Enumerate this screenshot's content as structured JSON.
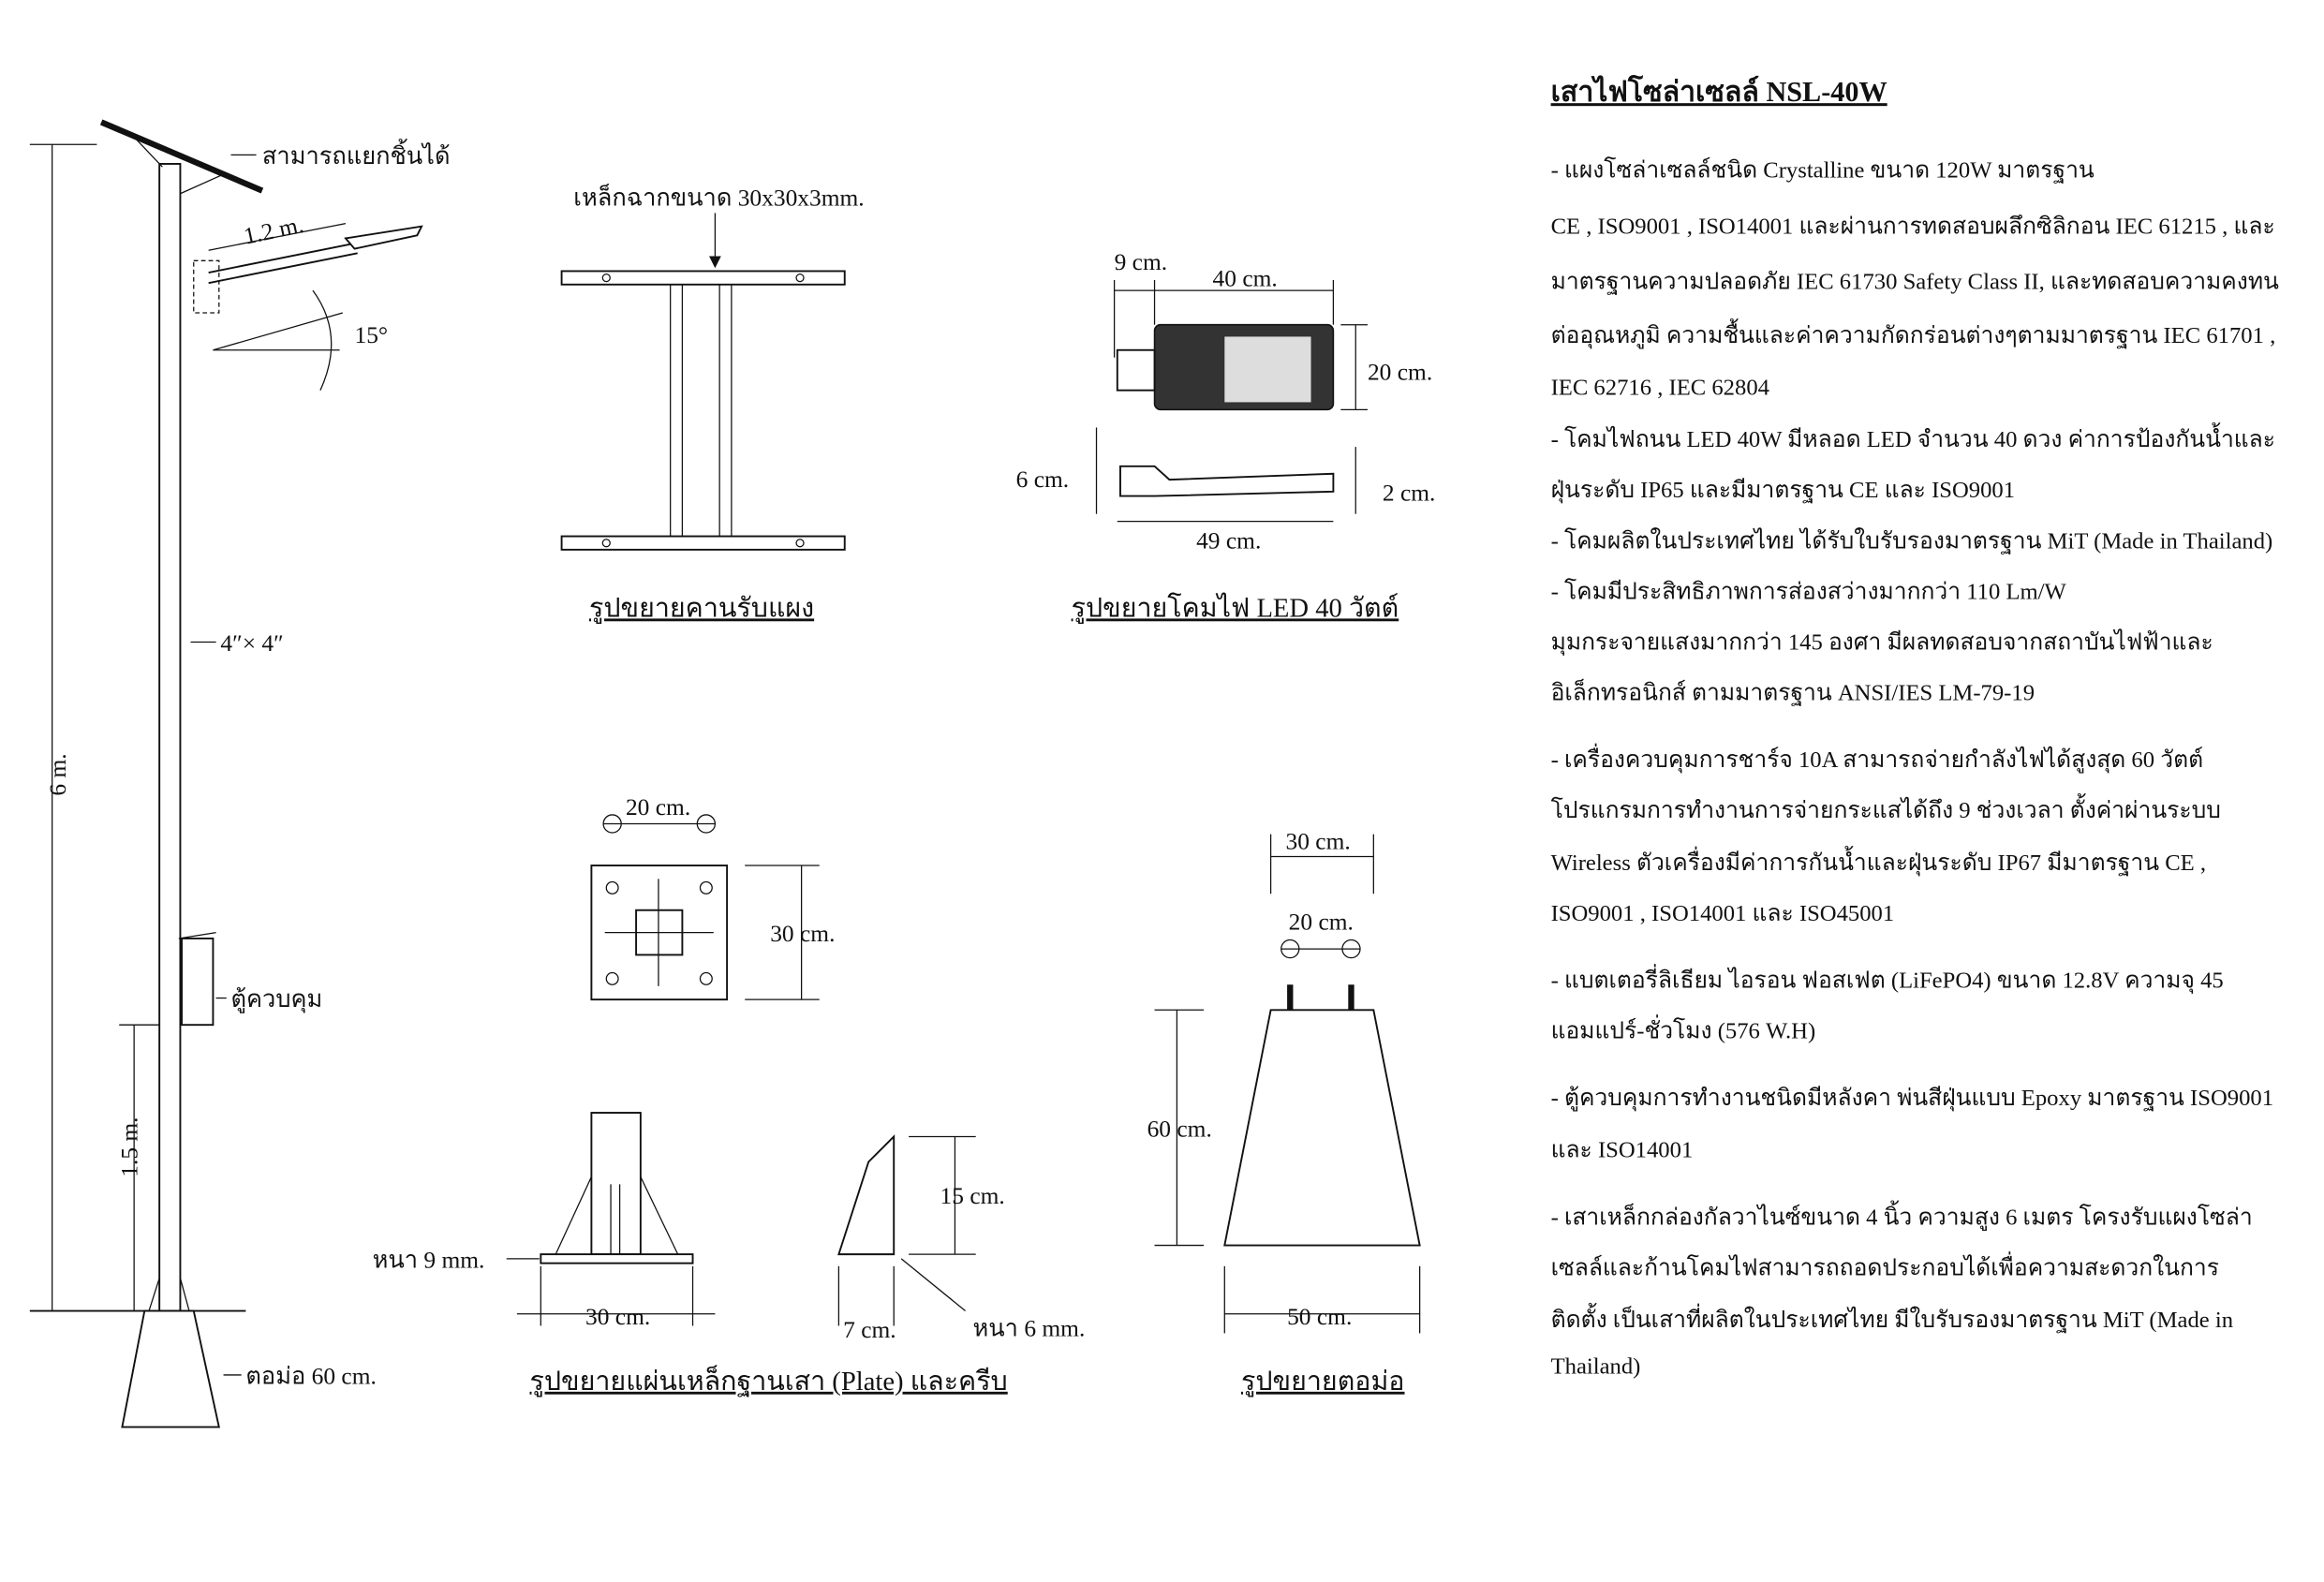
{
  "pole_drawing": {
    "detachable": "สามารถแยกชิ้นได้",
    "arm_length": "1.2 m.",
    "tilt_angle": "15°",
    "pole_size": "4″× 4″",
    "height": "6 m.",
    "control_box": "ตู้ควบคุม",
    "box_height": "1.5 m.",
    "footing": "ตอม่อ 60 cm."
  },
  "beam_detail": {
    "material": "เหล็กฉากขนาด 30x30x3mm.",
    "caption": "รูปขยายคานรับแผง"
  },
  "lamp_detail": {
    "dim_9": "9 cm.",
    "dim_40": "40 cm.",
    "dim_20": "20 cm.",
    "dim_6": "6 cm.",
    "dim_2": "2 cm.",
    "dim_49": "49 cm.",
    "caption": "รูปขยายโคมไฟ LED 40 วัตต์"
  },
  "plate_detail": {
    "hole_spacing": "20 cm.",
    "plate_size": "30 cm.",
    "plate_thickness": "หนา 9 mm.",
    "plate_width": "30 cm.",
    "rib_height": "15 cm.",
    "rib_width": "7 cm.",
    "rib_thickness": "หนา 6 mm.",
    "caption": "รูปขยายแผ่นเหล็กฐานเสา (Plate) และครีบ"
  },
  "footing_detail": {
    "top_width": "30 cm.",
    "bolt_spacing": "20 cm.",
    "height": "60 cm.",
    "bottom_width": "50 cm.",
    "caption": "รูปขยายตอม่อ"
  },
  "spec": {
    "title": "เสาไฟโซล่าเซลล์ NSL-40W",
    "lines": [
      "- แผงโซล่าเซลล์ชนิด Crystalline ขนาด 120W มาตรฐาน",
      "CE , ISO9001 , ISO14001 และผ่านการทดสอบผลึกซิลิกอน IEC 61215 , และ",
      "มาตรฐานความปลอดภัย IEC 61730 Safety Class II, และทดสอบความคงทน",
      "ต่ออุณหภูมิ ความชื้นและค่าความกัดกร่อนต่างๆตามมาตรฐาน IEC 61701 ,",
      "IEC 62716 , IEC 62804",
      "- โคมไฟถนน LED 40W มีหลอด LED จำนวน 40 ดวง ค่าการป้องกันน้ำและ",
      "ฝุ่นระดับ IP65 และมีมาตรฐาน CE และ ISO9001",
      "- โคมผลิตในประเทศไทย ได้รับใบรับรองมาตรฐาน MiT (Made in Thailand)",
      "- โคมมีประสิทธิภาพการส่องสว่างมากกว่า 110 Lm/W",
      "มุมกระจายแสงมากกว่า 145 องศา มีผลทดสอบจากสถาบันไฟฟ้าและ",
      "อิเล็กทรอนิกส์ ตามมาตรฐาน ANSI/IES LM-79-19",
      "- เครื่องควบคุมการชาร์จ 10A สามารถจ่ายกำลังไฟได้สูงสุด 60 วัตต์",
      "โปรแกรมการทำงานการจ่ายกระแสได้ถึง 9 ช่วงเวลา ตั้งค่าผ่านระบบ",
      "Wireless ตัวเครื่องมีค่าการกันน้ำและฝุ่นระดับ IP67 มีมาตรฐาน CE ,",
      "ISO9001 , ISO14001 และ ISO45001",
      "- แบตเตอรี่ลิเธียม ไอรอน ฟอสเฟต (LiFePO4) ขนาด 12.8V ความจุ 45",
      "แอมแปร์-ชั่วโมง (576 W.H)",
      "- ตู้ควบคุมการทำงานชนิดมีหลังคา พ่นสีฝุ่นแบบ Epoxy มาตรฐาน ISO9001",
      "และ ISO14001",
      "- เสาเหล็กกล่องกัลวาไนซ์ขนาด 4 นิ้ว ความสูง 6 เมตร โครงรับแผงโซล่า",
      "เซลล์และก้านโคมไฟสามารถถอดประกอบได้เพื่อความสะดวกในการ",
      "ติดตั้ง เป็นเสาที่ผลิตในประเทศไทย มีใบรับรองมาตรฐาน MiT (Made in",
      "Thailand)"
    ]
  }
}
